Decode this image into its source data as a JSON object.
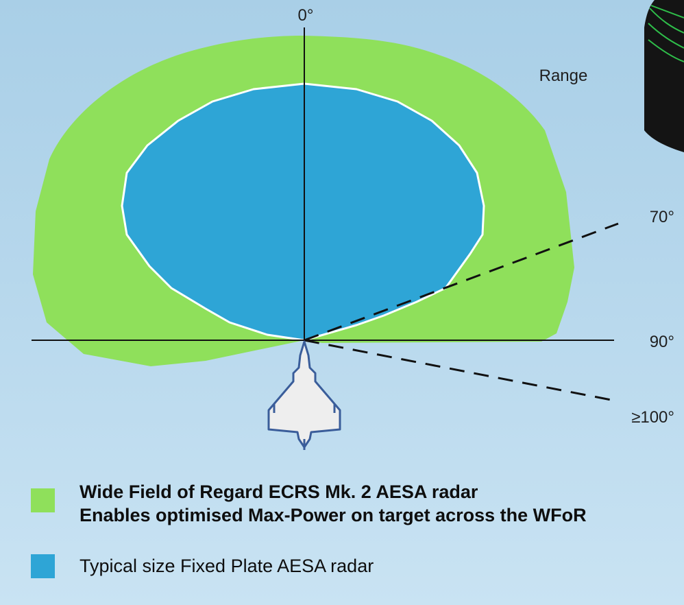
{
  "diagram": {
    "labels": {
      "top": "0°",
      "range": "Range",
      "angle_70": "70°",
      "angle_90": "90°",
      "angle_100": "≥100°"
    },
    "colors": {
      "wide_field": "#8fe05b",
      "fixed_plate": "#2ea5d6",
      "background": "#b6d7ec",
      "outline": "#ffffff",
      "aircraft_fill": "#eeeeee",
      "aircraft_stroke": "#3a5d9a"
    }
  },
  "legend": {
    "wide": {
      "line1": "Wide Field of Regard ECRS Mk. 2 AESA radar",
      "line2": "Enables optimised Max-Power on target across the WFoR",
      "color": "#8fe05b"
    },
    "typical": {
      "line1": "Typical size Fixed Plate AESA radar",
      "color": "#2ea5d6"
    }
  },
  "decoration": {
    "icon": "radar-unit-corner"
  }
}
